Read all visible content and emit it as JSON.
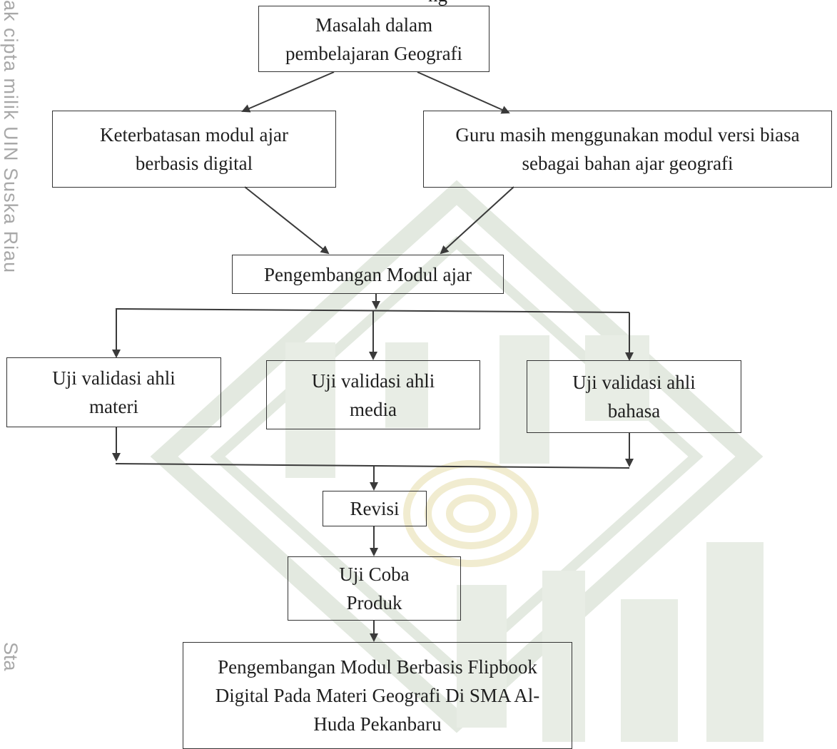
{
  "watermark": {
    "side_text": "ak cipta milik UIN Suska Riau",
    "side_text_bottom": "Sta"
  },
  "header_fragment": "ng",
  "nodes": {
    "masalah": "Masalah dalam\npembelajaran Geografi",
    "keterbatasan": "Keterbatasan modul ajar\nberbasis digital",
    "guru": "Guru masih menggunakan modul versi biasa\nsebagai bahan ajar geografi",
    "pengembangan": "Pengembangan Modul ajar",
    "uji_materi": "Uji validasi ahli\nmateri",
    "uji_media": "Uji validasi ahli\nmedia",
    "uji_bahasa": "Uji validasi ahli\nbahasa",
    "revisi": "Revisi",
    "uji_coba": "Uji Coba\nProduk",
    "hasil": "Pengembangan Modul Berbasis Flipbook\nDigital Pada Materi Geografi Di SMA Al-\nHuda Pekanbaru"
  },
  "colors": {
    "line": "#3a3a3a",
    "watermark_green": "#dfe6dc",
    "watermark_yellow": "#f4efd2"
  }
}
